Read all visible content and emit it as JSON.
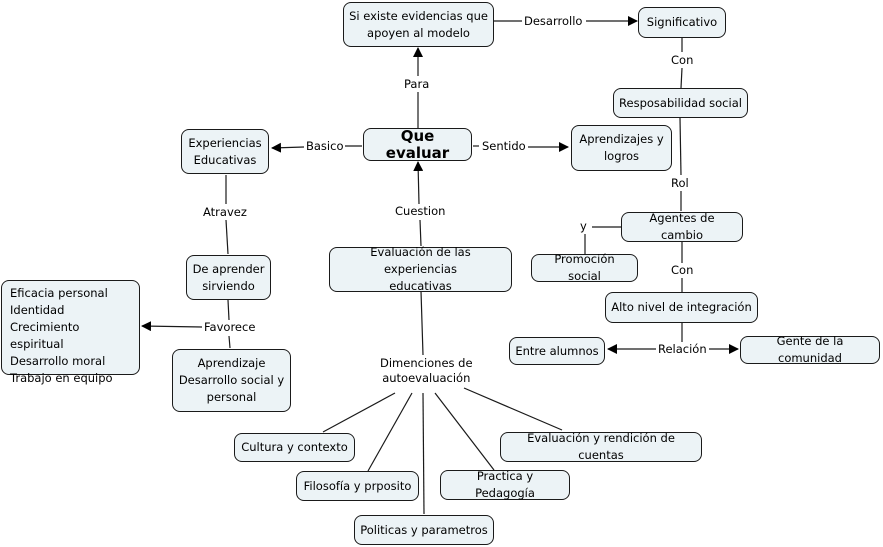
{
  "concept_map": {
    "nodes": {
      "root": "Que evaluar",
      "evidencias": "Si existe evidencias que\napoyen al modelo",
      "significativo": "Significativo",
      "responsabilidad": "Resposabilidad social",
      "aprendizajes_logros": "Aprendizajes y\nlogros",
      "agentes": "Agentes de cambio",
      "promocion": "Promoción social",
      "alto_nivel": "Alto nivel de integración",
      "entre_alumnos": "Entre alumnos",
      "gente_comunidad": "Gente de la comunidad",
      "experiencias": "Experiencias\nEducativas",
      "aprender_sirviendo": "De aprender\nsirviendo",
      "beneficios": "Eficacia personal\nIdentidad\nCrecimiento espiritual\nDesarrollo moral\nTrabajo en equipo",
      "aprendizaje_desarrollo": "Aprendizaje\nDesarrollo social y\npersonal",
      "evaluacion_experiencias": "Evaluación de las experiencias\neducativas",
      "cultura": "Cultura y contexto",
      "filosofia": "Filosofía y prposito",
      "politicas": "Politicas y parametros",
      "practica": "Practica y Pedagogía",
      "rendicion": "Evaluación y rendición de cuentas"
    },
    "links": {
      "para": "Para",
      "desarrollo": "Desarrollo",
      "con1": "Con",
      "rol": "Rol",
      "y": "y",
      "con2": "Con",
      "relacion": "Relación",
      "basico": "Basico",
      "sentido": "Sentido",
      "atravez": "Atravez",
      "favorece": "Favorece",
      "cuestion": "Cuestion",
      "dimensiones": "Dimenciones de\nautoevaluación"
    },
    "colors": {
      "node_fill": "#ecf3f6",
      "stroke": "#1a1a1a"
    }
  }
}
